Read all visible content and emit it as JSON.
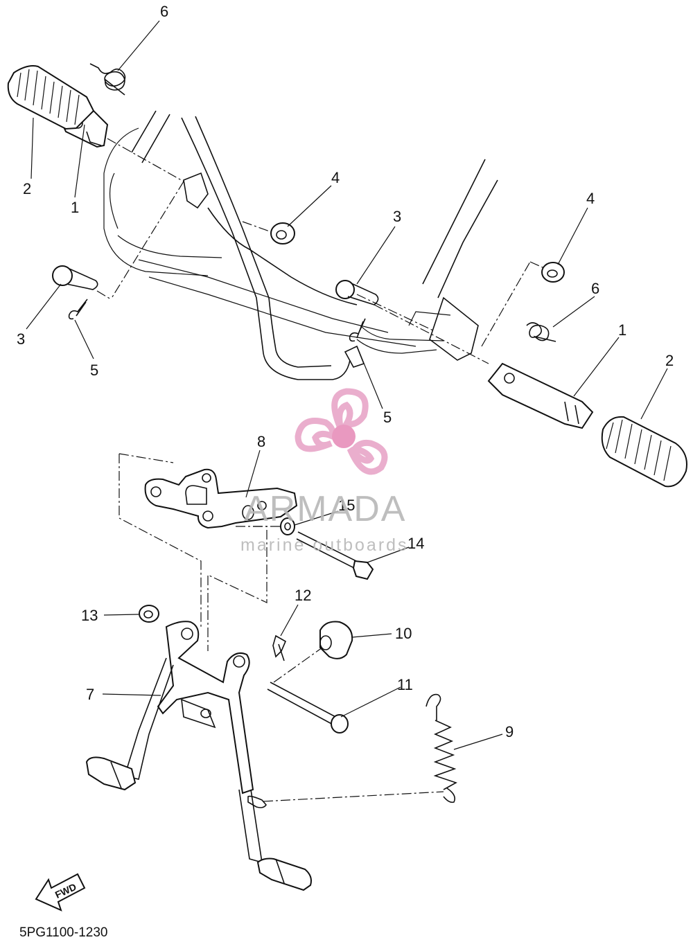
{
  "diagram": {
    "part_code": "5PG1100-1230",
    "fwd_arrow_label": "FWD",
    "callouts": [
      {
        "id": "c6a",
        "text": "6"
      },
      {
        "id": "c2a",
        "text": "2"
      },
      {
        "id": "c1a",
        "text": "1"
      },
      {
        "id": "c4a",
        "text": "4"
      },
      {
        "id": "c3a",
        "text": "3"
      },
      {
        "id": "c3b",
        "text": "3"
      },
      {
        "id": "c5a",
        "text": "5"
      },
      {
        "id": "c4b",
        "text": "4"
      },
      {
        "id": "c6b",
        "text": "6"
      },
      {
        "id": "c1b",
        "text": "1"
      },
      {
        "id": "c2b",
        "text": "2"
      },
      {
        "id": "c5b",
        "text": "5"
      },
      {
        "id": "c8",
        "text": "8"
      },
      {
        "id": "c15",
        "text": "15"
      },
      {
        "id": "c14",
        "text": "14"
      },
      {
        "id": "c12",
        "text": "12"
      },
      {
        "id": "c13",
        "text": "13"
      },
      {
        "id": "c10",
        "text": "10"
      },
      {
        "id": "c7",
        "text": "7"
      },
      {
        "id": "c11",
        "text": "11"
      },
      {
        "id": "c9",
        "text": "9"
      }
    ]
  },
  "watermark": {
    "brand": "ARMADA",
    "tagline": "marine outboards",
    "logo_color": "#e8a6c8",
    "logo_center_color": "#e78fba"
  }
}
